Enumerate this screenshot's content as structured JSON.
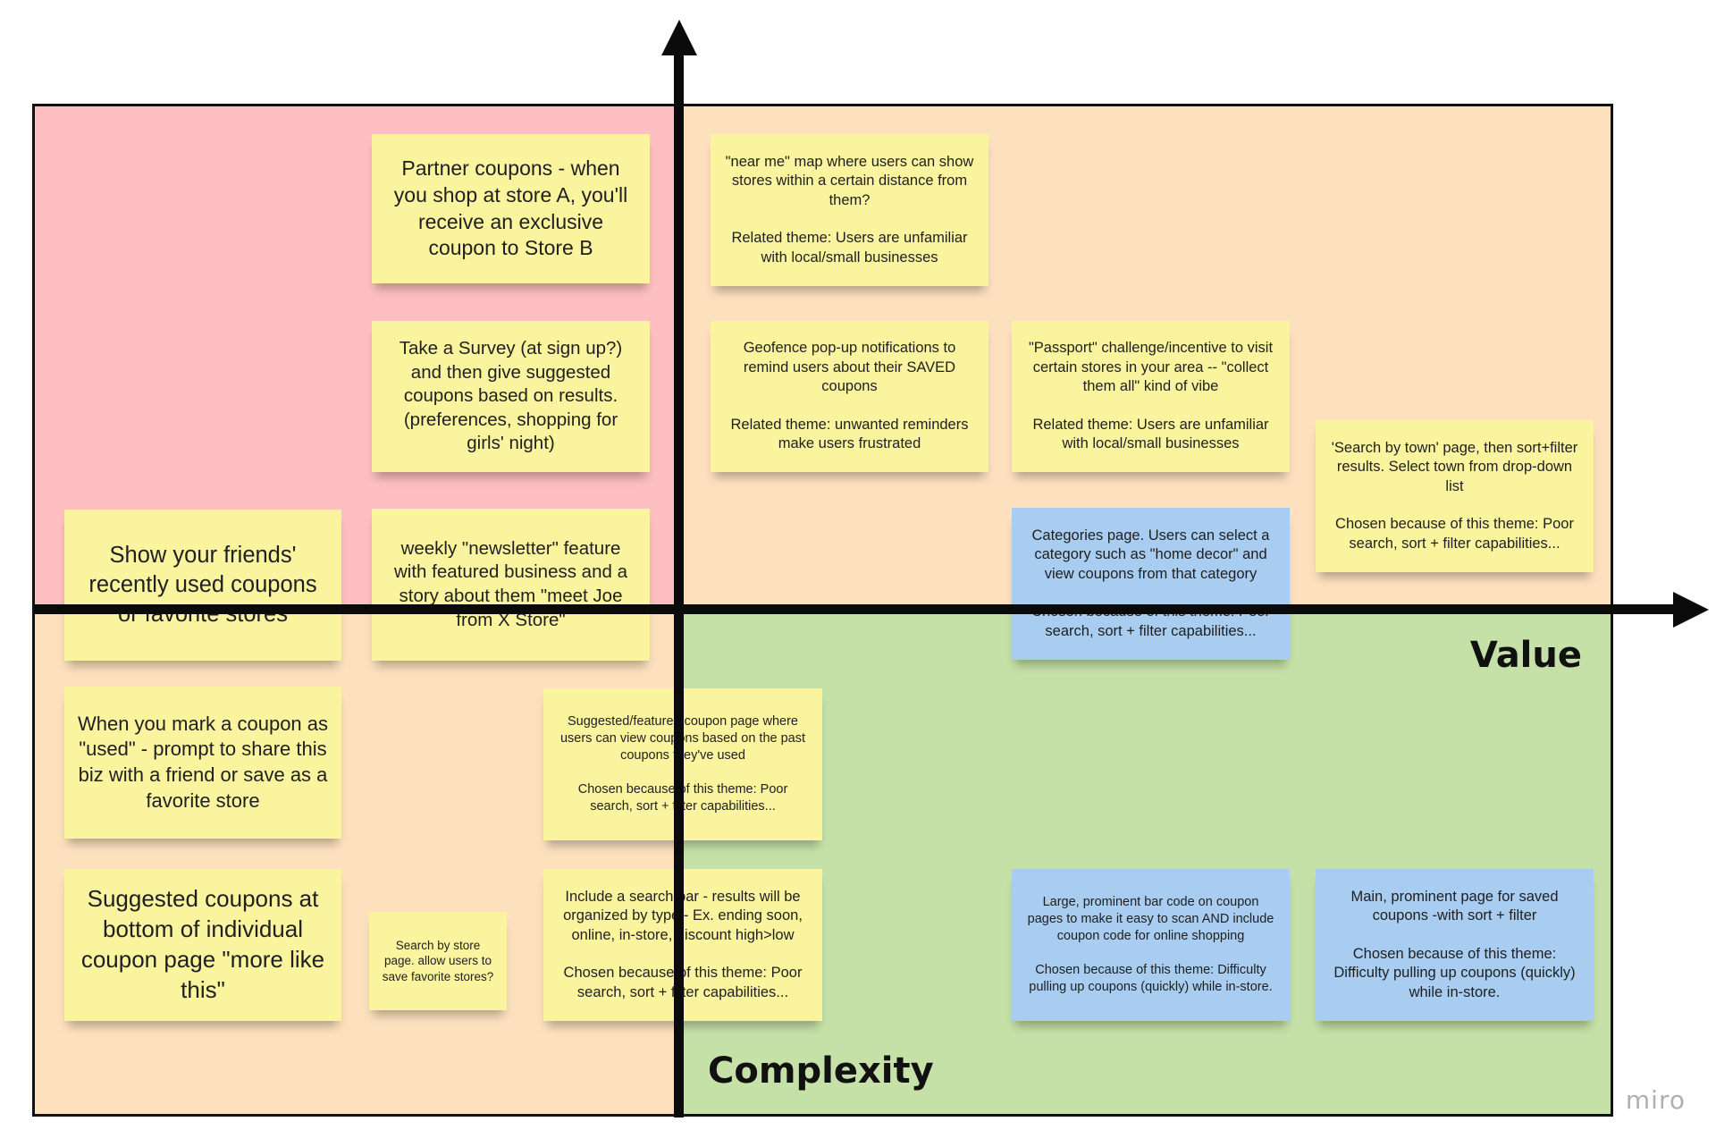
{
  "axes": {
    "x_label": "Value",
    "y_label": "Complexity"
  },
  "watermark": "miro",
  "colors": {
    "top_left_quadrant": "#fdbfc1",
    "top_right_quadrant": "#fde1bf",
    "bottom_left_quadrant": "#fde1bf",
    "bottom_right_quadrant": "#c6e1a8",
    "sticky_yellow": "#fbf49f",
    "sticky_blue": "#a8cdf0",
    "axis": "#0b0b0b"
  },
  "stickies": [
    {
      "id": "partner-coupons",
      "color": "yellow",
      "text": "Partner coupons - when you shop at store A, you'll receive an exclusive coupon to Store B"
    },
    {
      "id": "take-survey",
      "color": "yellow",
      "text": "Take a Survey (at sign up?) and then give suggested coupons based on results. (preferences, shopping for girls' night)"
    },
    {
      "id": "show-friends",
      "color": "yellow",
      "text": "Show your friends' recently used coupons or favorite stores"
    },
    {
      "id": "weekly-newsletter",
      "color": "yellow",
      "text": "weekly \"newsletter\" feature with featured business and a story about them \"meet Joe from X Store\""
    },
    {
      "id": "mark-used",
      "color": "yellow",
      "text": "When you mark a coupon as \"used\" - prompt to share this biz with a friend or save as a favorite store"
    },
    {
      "id": "suggested-bottom",
      "color": "yellow",
      "text": "Suggested coupons at bottom of individual coupon page \"more like this\""
    },
    {
      "id": "search-by-store",
      "color": "yellow",
      "text": "Search by store page. allow users to save favorite stores?"
    },
    {
      "id": "suggested-featured-page",
      "color": "yellow",
      "text": "Suggested/featured coupon page where users can view coupons based on the past coupons they've used\n\nChosen because of this theme: Poor search, sort + filter capabilities..."
    },
    {
      "id": "search-bar",
      "color": "yellow",
      "text": "Include a search bar - results will be organized by type - Ex. ending soon, online, in-store, discount high>low\n\nChosen because of this theme: Poor search, sort + filter capabilities..."
    },
    {
      "id": "near-me-map",
      "color": "yellow",
      "text": "\"near me\" map where users can show stores within a certain distance from them?\n\nRelated theme: Users are unfamiliar with local/small businesses"
    },
    {
      "id": "geofence",
      "color": "yellow",
      "text": "Geofence pop-up notifications to remind users about their SAVED coupons\n\nRelated theme: unwanted reminders make users frustrated"
    },
    {
      "id": "passport",
      "color": "yellow",
      "text": "\"Passport\" challenge/incentive to visit certain stores in your area -- \"collect them all\" kind of vibe\n\nRelated theme: Users are unfamiliar with local/small businesses"
    },
    {
      "id": "search-by-town",
      "color": "yellow",
      "text": "'Search by town' page, then sort+filter results. Select town from drop-down list\n\nChosen because of this theme: Poor search, sort + filter capabilities..."
    },
    {
      "id": "categories-page",
      "color": "blue",
      "text": "Categories page. Users can select a category such as \"home decor\" and view coupons from that category\n\nChosen because of this theme: Poor search, sort + filter capabilities..."
    },
    {
      "id": "bar-code",
      "color": "blue",
      "text": "Large, prominent bar code on coupon pages to make it easy to scan AND include coupon code for online shopping\n\nChosen because of this theme: Difficulty pulling up coupons (quickly) while in-store."
    },
    {
      "id": "saved-coupons-page",
      "color": "blue",
      "text": "Main, prominent page for saved coupons -with sort + filter\n\nChosen because of this theme: Difficulty pulling up coupons (quickly) while in-store."
    }
  ]
}
